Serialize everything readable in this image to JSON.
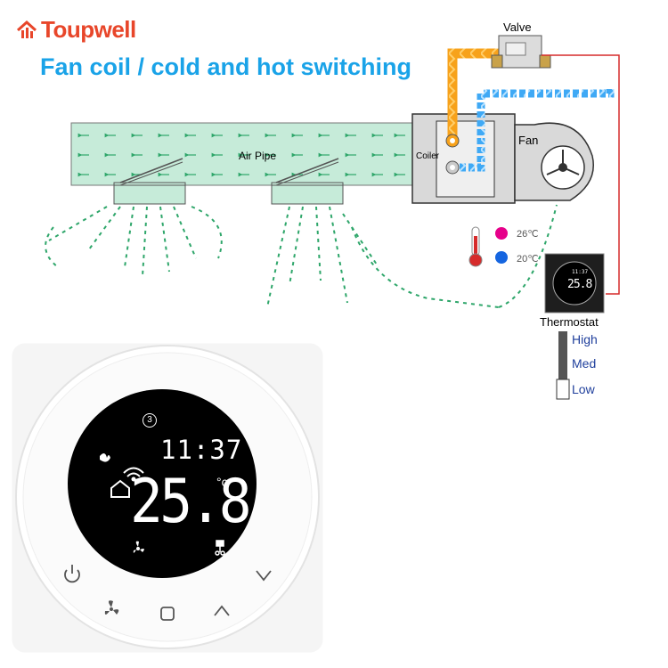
{
  "brand": {
    "name": "Toupwell",
    "logo_icon": "house-signal-icon",
    "color": "#e8462a"
  },
  "title": "Fan coil / cold and hot switching",
  "labels": {
    "valve": "Valve",
    "fan": "Fan",
    "coiler": "Coiler",
    "air_pipe": "Air Pipe",
    "thermostat": "Thermostat"
  },
  "temperatures": [
    {
      "value": "26℃",
      "color": "#e6008a"
    },
    {
      "value": "20℃",
      "color": "#1565e0"
    }
  ],
  "fan_speeds": [
    "High",
    "Med",
    "Low"
  ],
  "thermostat_display": {
    "badge": "3",
    "time": "11:37",
    "temperature": "25.8",
    "unit": "°c"
  },
  "mini_display": {
    "time": "11:37",
    "temperature": "25.8"
  },
  "colors": {
    "title": "#1aa3e8",
    "hot_pipe": "#f7a21b",
    "cold_pipe": "#3fa9f5",
    "air_pipe": "#c6ebd9",
    "airflow_arrow": "#2ea66a",
    "control_wire": "#d62b2b"
  },
  "buttons": [
    "power-icon",
    "fan-icon",
    "mode-square-icon",
    "up-arrow-icon",
    "down-arrow-icon"
  ]
}
